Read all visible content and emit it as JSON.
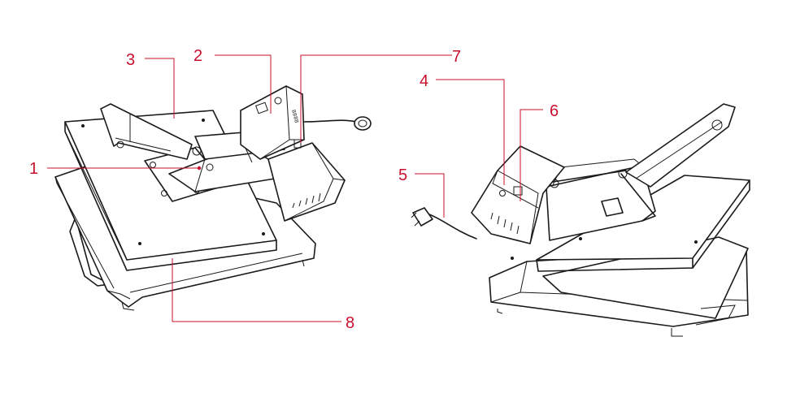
{
  "accent_color": "#c8102e",
  "callouts": [
    {
      "id": "1",
      "text": "1"
    },
    {
      "id": "2",
      "text": "2"
    },
    {
      "id": "3",
      "text": "3"
    },
    {
      "id": "4",
      "text": "4"
    },
    {
      "id": "5",
      "text": "5"
    },
    {
      "id": "6",
      "text": "6"
    },
    {
      "id": "7",
      "text": "7"
    },
    {
      "id": "8",
      "text": "8"
    }
  ]
}
